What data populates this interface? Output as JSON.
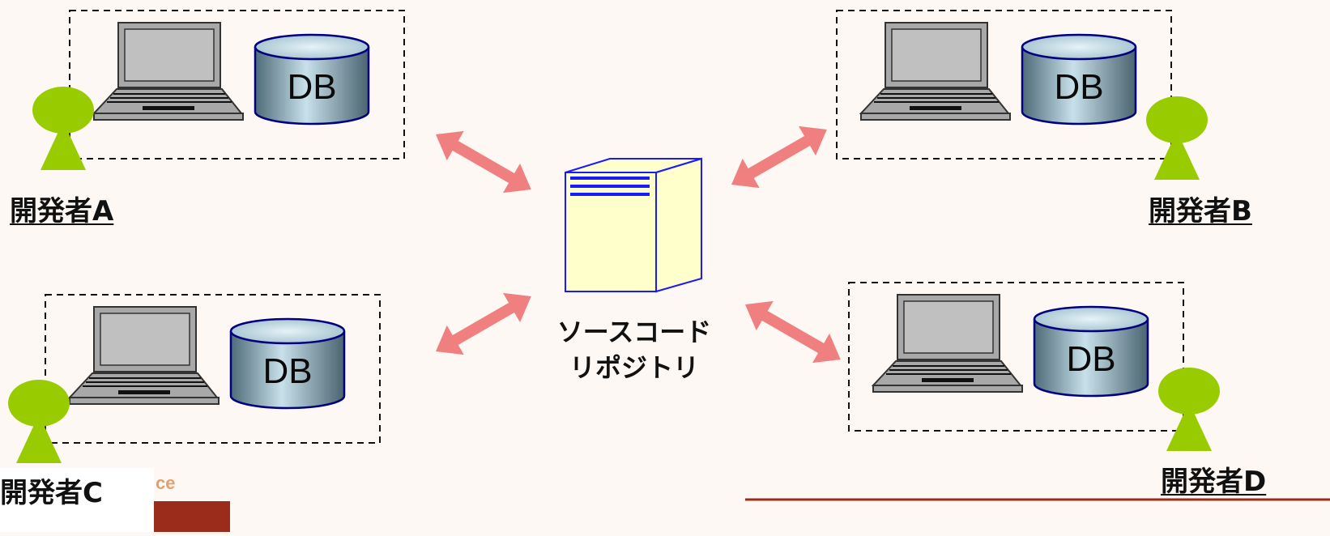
{
  "developers": [
    {
      "label": "開発者A",
      "db_label": "DB"
    },
    {
      "label": "開発者B",
      "db_label": "DB"
    },
    {
      "label": "開発者C",
      "db_label": "DB"
    },
    {
      "label": "開発者D",
      "db_label": "DB"
    }
  ],
  "repository": {
    "line1": "ソースコード",
    "line2": "リポジトリ"
  },
  "fragment_text": "ce",
  "colors": {
    "background": "#fdf8f3",
    "person": "#99cc00",
    "arrow": "#f08080",
    "server_fill": "#ffffcc",
    "server_stroke": "#1a1aff",
    "db_stroke": "#000080",
    "laptop_screen": "#c0c0c0",
    "bottom_bar": "#9b2b1a"
  }
}
